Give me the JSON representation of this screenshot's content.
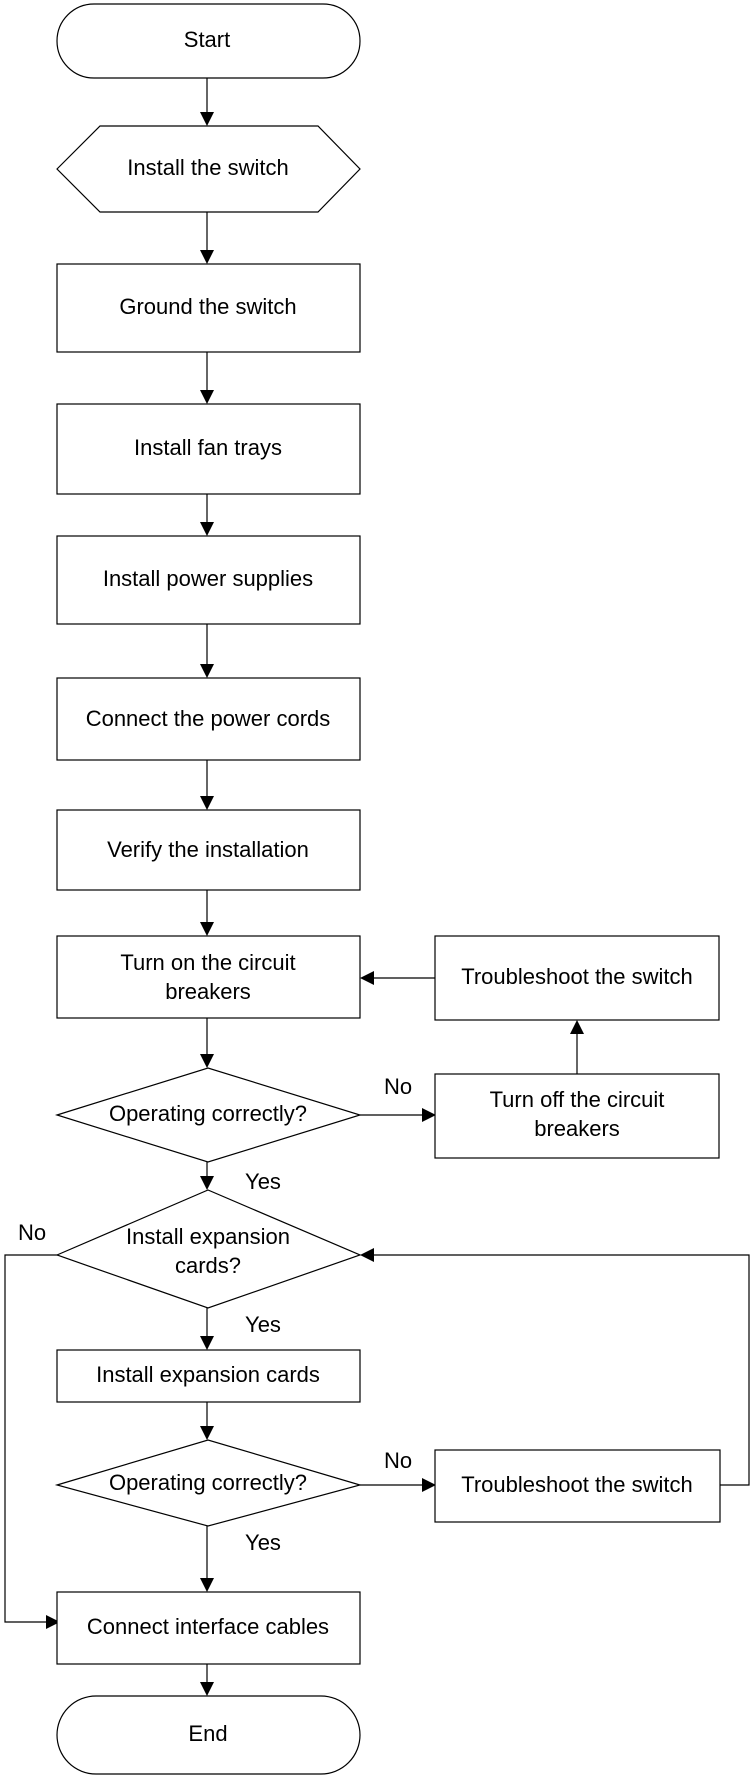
{
  "nodes": {
    "start": "Start",
    "install_switch": "Install the switch",
    "ground_switch": "Ground the switch",
    "install_fan_trays": "Install fan trays",
    "install_power_supplies": "Install power supplies",
    "connect_power_cords": "Connect the power cords",
    "verify_installation": "Verify the installation",
    "turn_on_breakers": {
      "line1": "Turn on the circuit",
      "line2": "breakers"
    },
    "troubleshoot_top": "Troubleshoot the switch",
    "operating_correctly_1": "Operating correctly?",
    "turn_off_breakers": {
      "line1": "Turn off the circuit",
      "line2": "breakers"
    },
    "install_expansion_q": {
      "line1": "Install expansion",
      "line2": "cards?"
    },
    "install_expansion_cards": "Install expansion cards",
    "operating_correctly_2": "Operating correctly?",
    "troubleshoot_bottom": "Troubleshoot the switch",
    "connect_interface_cables": "Connect interface cables",
    "end": "End"
  },
  "edge_labels": {
    "no_1": "No",
    "yes_1": "Yes",
    "no_2": "No",
    "yes_2": "Yes",
    "no_3": "No",
    "yes_3": "Yes"
  }
}
